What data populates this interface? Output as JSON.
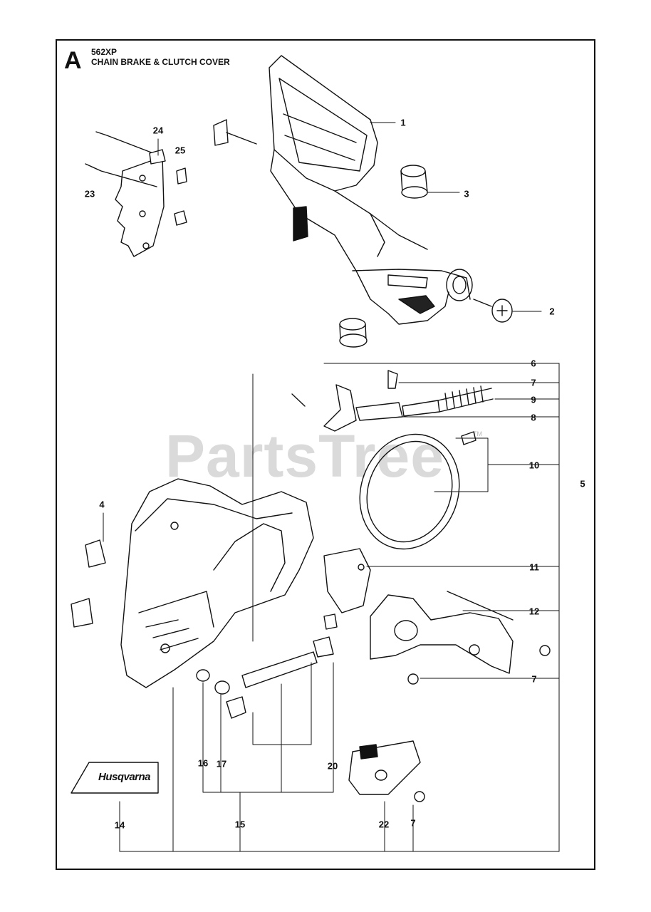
{
  "header": {
    "section_letter": "A",
    "model": "562XP",
    "title": "CHAIN BRAKE & CLUTCH COVER"
  },
  "watermark": {
    "text": "PartsTree",
    "tm": "TM"
  },
  "brand_label": {
    "text": "Husqvarna"
  },
  "callouts": [
    {
      "id": "c1",
      "text": "1"
    },
    {
      "id": "c2",
      "text": "2"
    },
    {
      "id": "c3",
      "text": "3"
    },
    {
      "id": "c4",
      "text": "4"
    },
    {
      "id": "c5",
      "text": "5"
    },
    {
      "id": "c6",
      "text": "6"
    },
    {
      "id": "c7a",
      "text": "7"
    },
    {
      "id": "c8",
      "text": "8"
    },
    {
      "id": "c9",
      "text": "9"
    },
    {
      "id": "c10",
      "text": "10"
    },
    {
      "id": "c11",
      "text": "11"
    },
    {
      "id": "c12",
      "text": "12"
    },
    {
      "id": "c7b",
      "text": "7"
    },
    {
      "id": "c14",
      "text": "14"
    },
    {
      "id": "c15",
      "text": "15"
    },
    {
      "id": "c16",
      "text": "16"
    },
    {
      "id": "c17",
      "text": "17"
    },
    {
      "id": "c20",
      "text": "20"
    },
    {
      "id": "c22",
      "text": "22"
    },
    {
      "id": "c7c",
      "text": "7"
    },
    {
      "id": "c23",
      "text": "23"
    },
    {
      "id": "c24",
      "text": "24"
    },
    {
      "id": "c25",
      "text": "25"
    }
  ]
}
